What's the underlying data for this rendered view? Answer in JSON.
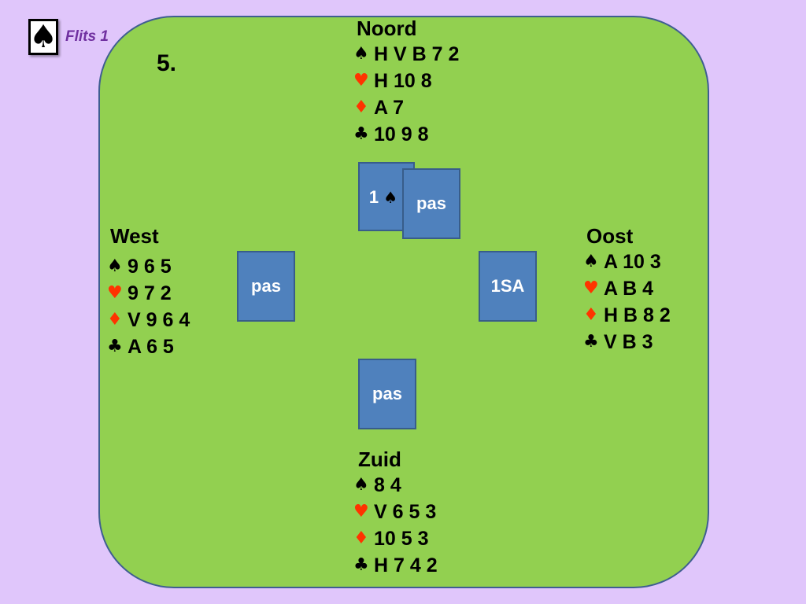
{
  "slide": {
    "subtitle": "Flits 1",
    "board_number": "5.",
    "logo_icon": "spade-icon",
    "colors": {
      "background": "#e0c6fb",
      "table": "#92d050",
      "table_border": "#3f5e91",
      "bid_card": "#4f81bd",
      "red_suit": "#ff3300",
      "subtitle": "#7030a0"
    }
  },
  "hands": {
    "north": {
      "name": "Noord",
      "spades": "H V B 7 2",
      "hearts": "H 10 8",
      "diamonds": "A 7",
      "clubs": "10 9 8"
    },
    "west": {
      "name": "West",
      "spades": "9 6 5",
      "hearts": "9 7 2",
      "diamonds": "V 9 6 4",
      "clubs": "A 6 5"
    },
    "east": {
      "name": "Oost",
      "spades": "A 10 3",
      "hearts": "A B 4",
      "diamonds": "H B 8 2",
      "clubs": "V B 3"
    },
    "south": {
      "name": "Zuid",
      "spades": "8 4",
      "hearts": "V 6 5 3",
      "diamonds": "10 5 3",
      "clubs": "H 7 4 2"
    }
  },
  "suits": {
    "spade": "♠",
    "heart": "♥",
    "diamond": "♦",
    "club": "♣"
  },
  "bids": {
    "north_level": "1",
    "north_suit": "♠",
    "north_second": "pas",
    "west": "pas",
    "east": "1SA",
    "south": "pas"
  }
}
